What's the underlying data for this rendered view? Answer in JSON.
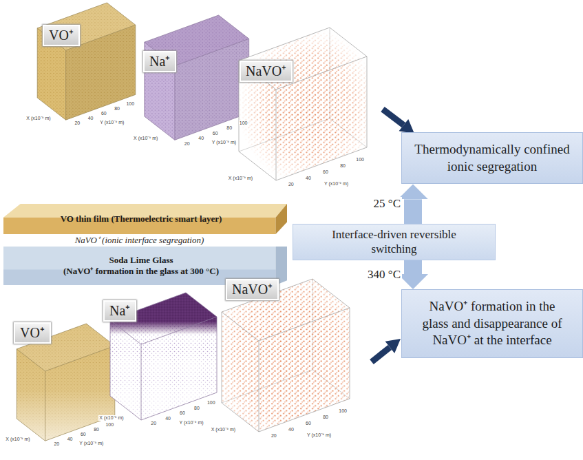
{
  "diagram": {
    "nodes": [
      {
        "text": [
          "VO⁺"
        ]
      },
      {
        "text": [
          "Na⁺"
        ]
      },
      {
        "text": [
          "NaVO⁺"
        ]
      },
      {
        "text": [
          "Thermodynamically confined ionic segregation"
        ]
      },
      {
        "text": [
          "VO thin film (Thermoelectric smart layer)"
        ]
      },
      {
        "text": [
          "NaVO⁺ (ionic interface segregation)"
        ]
      },
      {
        "text": [
          "Soda Lime Glass",
          "(NaVO⁺ formation in the glass at 300 °C)"
        ]
      },
      {
        "text": [
          "Interface-driven reversible switching"
        ]
      },
      {
        "text": [
          "NaVO⁺ formation in the glass and disappearance of NaVO⁺ at the interface"
        ]
      },
      {
        "text": [
          "VO⁺"
        ]
      },
      {
        "text": [
          "Na⁺"
        ]
      },
      {
        "text": [
          "NaVO⁺"
        ]
      }
    ],
    "edges": [
      {
        "from": 7,
        "to": 3,
        "arrow": "to",
        "label": "25 °C"
      },
      {
        "from": 7,
        "to": 8,
        "arrow": "to",
        "label": "340 °C"
      }
    ],
    "labels": [
      "20",
      "40",
      "60",
      "80",
      "100",
      "X (x10⁻⁹ m)",
      "Y (x10⁻⁹ m)",
      "20",
      "40",
      "60",
      "80",
      "100",
      "X (x10⁻⁹ m)",
      "Y (x10⁻⁹ m)",
      "20",
      "40",
      "60",
      "80",
      "100",
      "X (x10⁻⁹ m)",
      "Y (x10⁻⁹ m)",
      "20",
      "40",
      "60",
      "80",
      "100",
      "X (x10⁻⁹ m)",
      "Y (x10⁻⁹ m)",
      "20",
      "40",
      "60",
      "80",
      "100",
      "X (x10⁻⁹ m)",
      "Y (x10⁻⁹ m)",
      "20",
      "40",
      "60",
      "80",
      "100",
      "X (x10⁻⁹ m)",
      "Y (x10⁻⁹ m)"
    ]
  }
}
